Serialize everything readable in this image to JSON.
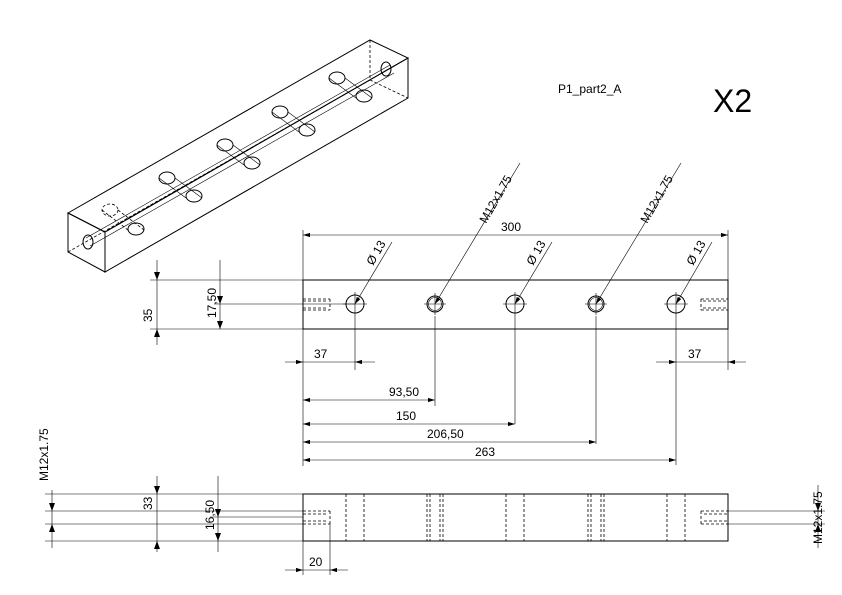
{
  "title": {
    "part_name": "P1_part2_A",
    "quantity": "X2"
  },
  "dimensions": {
    "overall_length": "300",
    "height_front": "35",
    "hole_center_height": "17,50",
    "edge_left": "37",
    "edge_right": "37",
    "pos_2": "93,50",
    "pos_3": "150",
    "pos_4": "206,50",
    "pos_5": "263",
    "hole_dia_1": "Ø 13",
    "hole_dia_3": "Ø 13",
    "hole_dia_5": "Ø 13",
    "thread_1": "M12x1.75",
    "thread_2": "M12x1.75",
    "height_bottom": "33",
    "bore_center_height": "16,50",
    "bore_depth": "20",
    "thread_end_left": "M12x1.75",
    "thread_end_right": "M12x1.75"
  }
}
